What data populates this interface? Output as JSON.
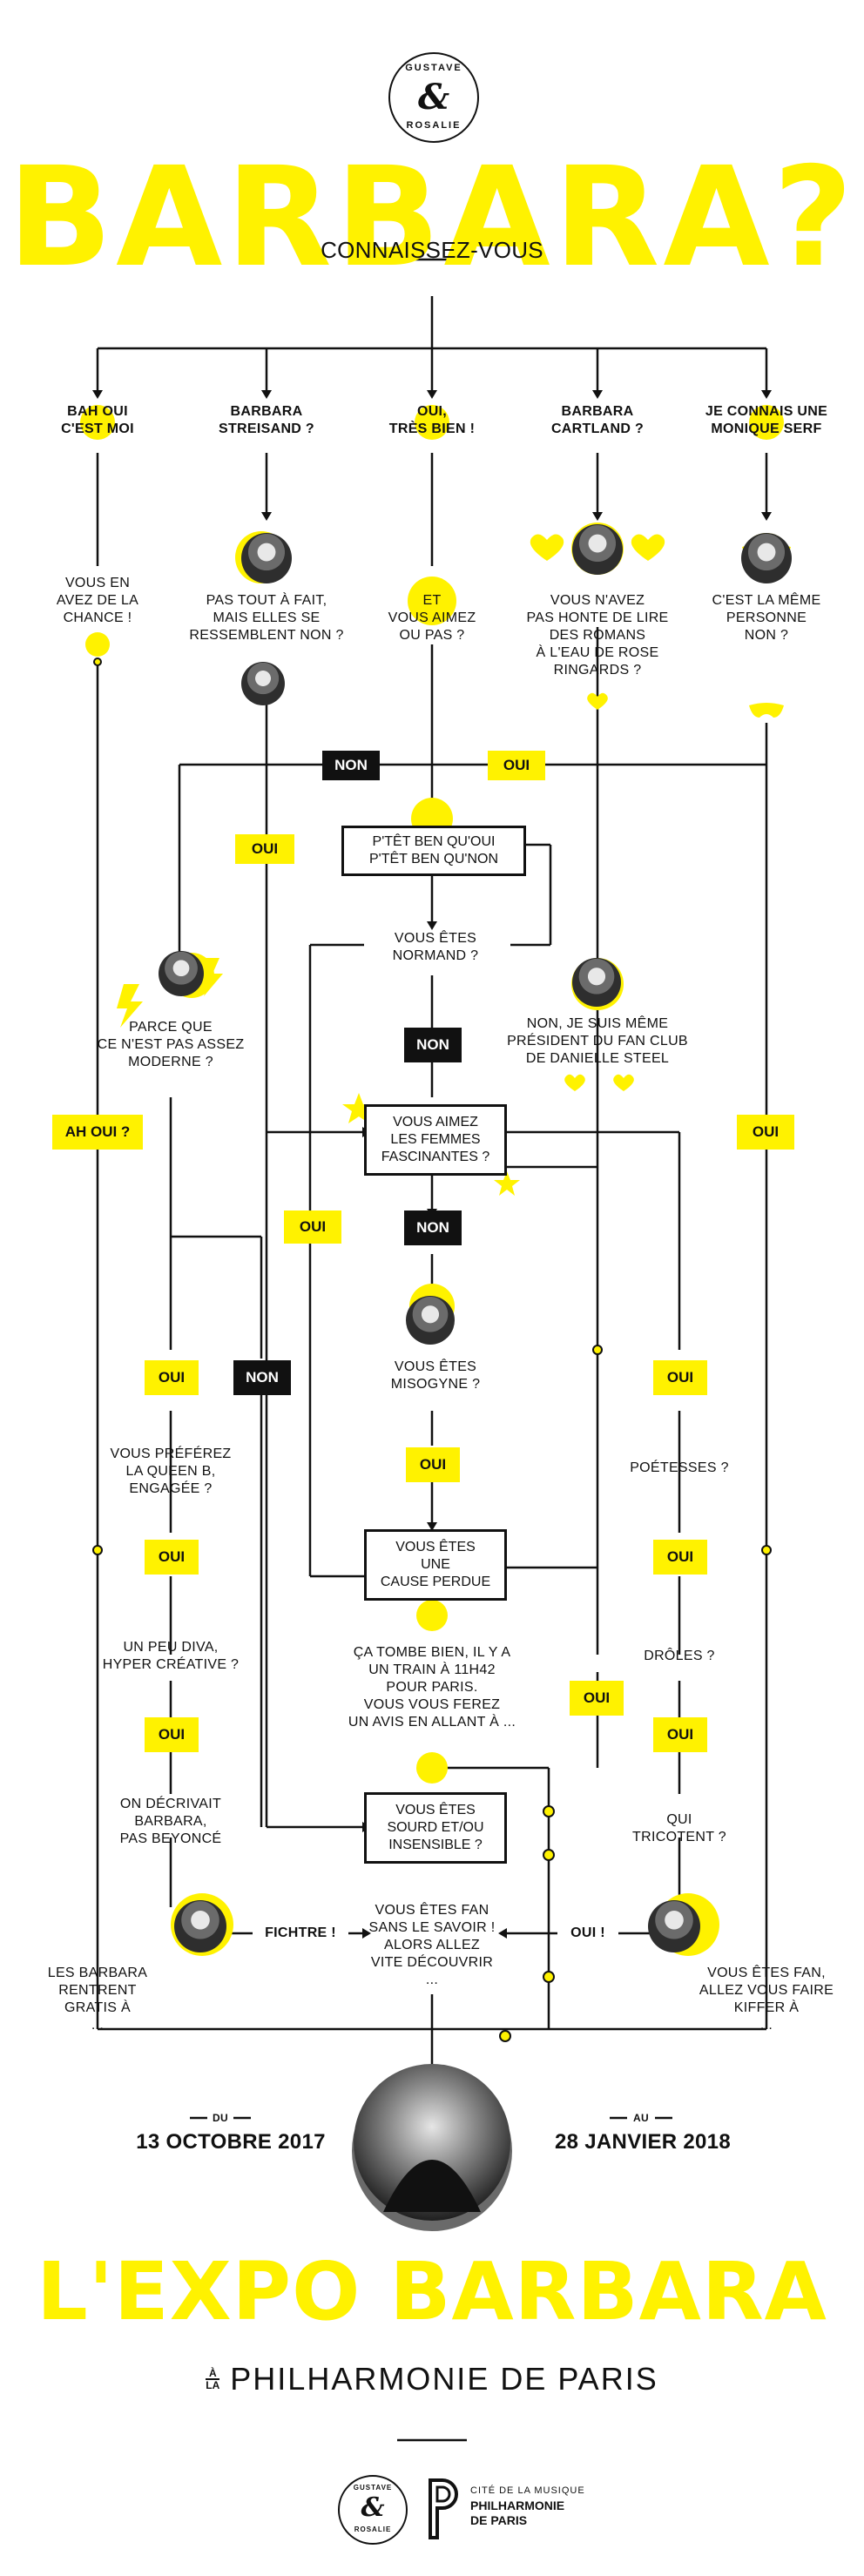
{
  "header": {
    "logo_top": "GUSTAVE",
    "logo_amp": "&",
    "logo_bottom": "ROSALIE",
    "title": "BARBARA?",
    "subtitle": "CONNAISSEZ-VOUS"
  },
  "row1": [
    {
      "l1": "BAH OUI",
      "l2": "C'EST MOI"
    },
    {
      "l1": "BARBARA",
      "l2": "STREISAND ?"
    },
    {
      "l1": "OUI,",
      "l2": "TRÈS BIEN !"
    },
    {
      "l1": "BARBARA",
      "l2": "CARTLAND ?"
    },
    {
      "l1": "JE CONNAIS UNE",
      "l2": "MONIQUE SERF"
    }
  ],
  "row2": {
    "c1": [
      "VOUS EN",
      "AVEZ DE LA",
      "CHANCE !"
    ],
    "c2": [
      "PAS TOUT À FAIT,",
      "MAIS ELLES SE",
      "RESSEMBLENT NON ?"
    ],
    "c3": [
      "ET",
      "VOUS AIMEZ",
      "OU PAS ?"
    ],
    "c4": [
      "VOUS N'AVEZ",
      "PAS HONTE DE LIRE",
      "DES ROMANS",
      "À L'EAU DE ROSE",
      "RINGARDS ?"
    ],
    "c5": [
      "C'EST LA MÊME",
      "PERSONNE",
      "NON ?"
    ]
  },
  "labels": {
    "non": "NON",
    "oui": "OUI",
    "ah_oui": "AH OUI ?",
    "fichtre": "FICHTRE !",
    "oui_excl": "OUI !"
  },
  "mid": {
    "ptet": [
      "P'TÊT BEN QU'OUI",
      "P'TÊT BEN QU'NON"
    ],
    "normand": [
      "VOUS ÊTES",
      "NORMAND ?"
    ],
    "modern": [
      "PARCE QUE",
      "CE N'EST PAS ASSEZ",
      "MODERNE ?"
    ],
    "danielle": [
      "NON, JE SUIS MÊME",
      "PRÉSIDENT DU FAN CLUB",
      "DE DANIELLE STEEL"
    ],
    "femmes": [
      "VOUS AIMEZ",
      "LES FEMMES",
      "FASCINANTES ?"
    ],
    "misogyne": [
      "VOUS ÊTES",
      "MISOGYNE ?"
    ],
    "queen": [
      "VOUS PRÉFÉREZ",
      "LA QUEEN B,",
      "ENGAGÉE ?"
    ],
    "poetesses": [
      "POÉTESSES ?"
    ],
    "perdue": [
      "VOUS ÊTES",
      "UNE",
      "CAUSE PERDUE"
    ],
    "diva": [
      "UN PEU DIVA,",
      "HYPER CRÉATIVE ?"
    ],
    "droles": [
      "DRÔLES ?"
    ],
    "train": [
      "ÇA TOMBE BIEN, IL Y A",
      "UN TRAIN À 11H42",
      "POUR PARIS.",
      "VOUS VOUS FEREZ",
      "UN AVIS EN ALLANT À ..."
    ],
    "beyonce": [
      "ON DÉCRIVAIT",
      "BARBARA,",
      "PAS BEYONCÉ"
    ],
    "tricotent": [
      "QUI",
      "TRICOTENT ?"
    ],
    "sourd": [
      "VOUS ÊTES",
      "SOURD ET/OU",
      "INSENSIBLE ?"
    ],
    "fan": [
      "VOUS ÊTES FAN",
      "SANS LE SAVOIR !",
      "ALORS ALLEZ",
      "VITE DÉCOUVRIR",
      "..."
    ],
    "gratis": [
      "LES BARBARA",
      "RENTRENT",
      "GRATIS À",
      "..."
    ],
    "kiffer": [
      "VOUS ÊTES FAN,",
      "ALLEZ VOUS FAIRE",
      "KIFFER À",
      "..."
    ]
  },
  "footer": {
    "du": "DU",
    "date_start": "13 OCTOBRE 2017",
    "au": "AU",
    "date_end": "28 JANVIER 2018",
    "expo": "L'EXPO BARBARA",
    "a_la_1": "À",
    "a_la_2": "LA",
    "venue": "PHILHARMONIE DE PARIS",
    "partner_1": "CITÉ DE LA MUSIQUE",
    "partner_2": "PHILHARMONIE",
    "partner_3": "DE PARIS"
  },
  "colors": {
    "accent": "#fff200",
    "ink": "#111111",
    "paper": "#ffffff"
  }
}
